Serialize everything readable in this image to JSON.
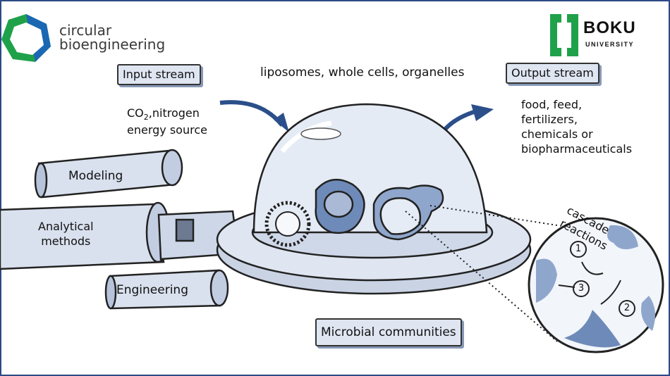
{
  "logo_left": {
    "line1": "circular",
    "line2": "bioengineering",
    "icon": "hexagon-logo-icon"
  },
  "logo_right": {
    "name": "BOKU",
    "sub": "UNIVERSITY",
    "icon": "boku-bracket-icon",
    "color": "#1fa14a"
  },
  "labels": {
    "input_stream": "Input stream",
    "output_stream": "Output stream",
    "top_center": "liposomes, whole cells, organelles",
    "input_line1": "CO",
    "input_line1_sub": "2",
    "input_line1_rest": ",nitrogen",
    "input_line2": "energy source",
    "output_lines": [
      "food, feed,",
      "fertilizers,",
      "chemicals or",
      "biopharmaceuticals"
    ],
    "modeling": "Modeling",
    "analytical_line1": "Analytical",
    "analytical_line2": "methods",
    "engineering": "Engineering",
    "microbial": "Microbial communities",
    "cascade": "cascade reactions",
    "step1": "1",
    "step2": "2",
    "step3": "3"
  },
  "colors": {
    "frame": "#2c4a86",
    "ufo": "#d9e1ee",
    "shade": "#8fa6cc",
    "green": "#1fa14a",
    "blue": "#1b67b3"
  }
}
